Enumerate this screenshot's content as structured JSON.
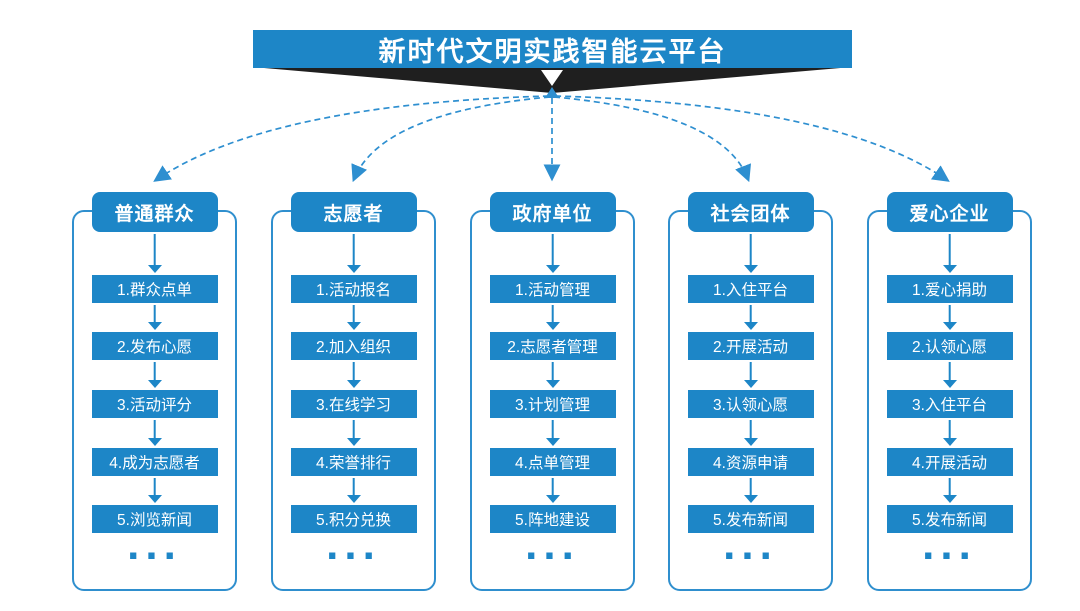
{
  "title": "新时代文明实践智能云平台",
  "colors": {
    "primary_blue": "#1d86c7",
    "dashed_blue": "#2e8fd0",
    "frame_border": "#2f8fce",
    "wedge_dark": "#1f1f1f",
    "text_on_blue": "#ffffff",
    "background": "#ffffff"
  },
  "columns": [
    {
      "header": "普通群众",
      "items": [
        "1.群众点单",
        "2.发布心愿",
        "3.活动评分",
        "4.成为志愿者",
        "5.浏览新闻"
      ],
      "more": "..."
    },
    {
      "header": "志愿者",
      "items": [
        "1.活动报名",
        "2.加入组织",
        "3.在线学习",
        "4.荣誉排行",
        "5.积分兑换"
      ],
      "more": "..."
    },
    {
      "header": "政府单位",
      "items": [
        "1.活动管理",
        "2.志愿者管理",
        "3.计划管理",
        "4.点单管理",
        "5.阵地建设"
      ],
      "more": "..."
    },
    {
      "header": "社会团体",
      "items": [
        "1.入住平台",
        "2.开展活动",
        "3.认领心愿",
        "4.资源申请",
        "5.发布新闻"
      ],
      "more": "..."
    },
    {
      "header": "爱心企业",
      "items": [
        "1.爱心捐助",
        "2.认领心愿",
        "3.入住平台",
        "4.开展活动",
        "5.发布新闻"
      ],
      "more": "..."
    }
  ]
}
